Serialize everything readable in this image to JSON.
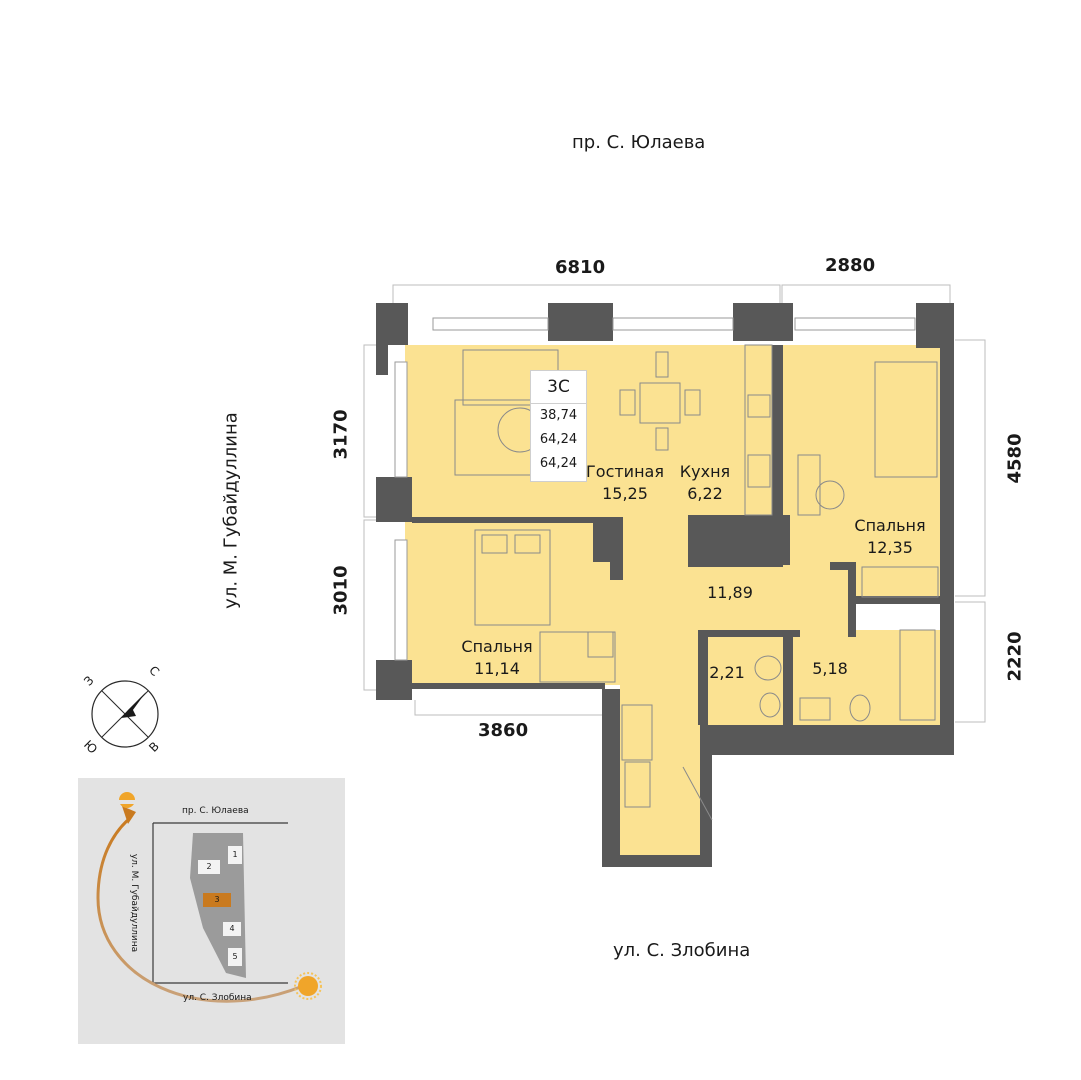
{
  "streets": {
    "top": "пр. С. Юлаева",
    "left": "ул. М. Губайдуллина",
    "bottom": "ул. С. Злобина"
  },
  "dimensions": {
    "top_left": "6810",
    "top_right": "2880",
    "left_upper": "3170",
    "left_lower": "3010",
    "bottom_left": "3860",
    "right_upper": "4580",
    "right_lower": "2220"
  },
  "apartment": {
    "type": "3С",
    "area_living": "38,74",
    "area_total": "64,24",
    "area_total_balcony": "64,24"
  },
  "rooms": [
    {
      "name": "Гостиная",
      "area": "15,25"
    },
    {
      "name": "Кухня",
      "area": "6,22"
    },
    {
      "name": "Спальня",
      "area": "12,35"
    },
    {
      "name": "Спальня",
      "area": "11,14"
    },
    {
      "name": "",
      "area": "11,89"
    },
    {
      "name": "",
      "area": "2,21"
    },
    {
      "name": "",
      "area": "5,18"
    }
  ],
  "compass": {
    "north": "С",
    "west": "З",
    "south": "Ю",
    "east": "В"
  },
  "minimap": {
    "street_top": "пр. С. Юлаева",
    "street_left": "ул. М. Губайдуллина",
    "street_bottom": "ул. С. Злобина",
    "buildings": [
      "1",
      "2",
      "3",
      "4",
      "5"
    ],
    "highlight_building": "3"
  },
  "colors": {
    "floor": "#fbe292",
    "wall": "#585858",
    "highlight": "#c97a1f"
  }
}
